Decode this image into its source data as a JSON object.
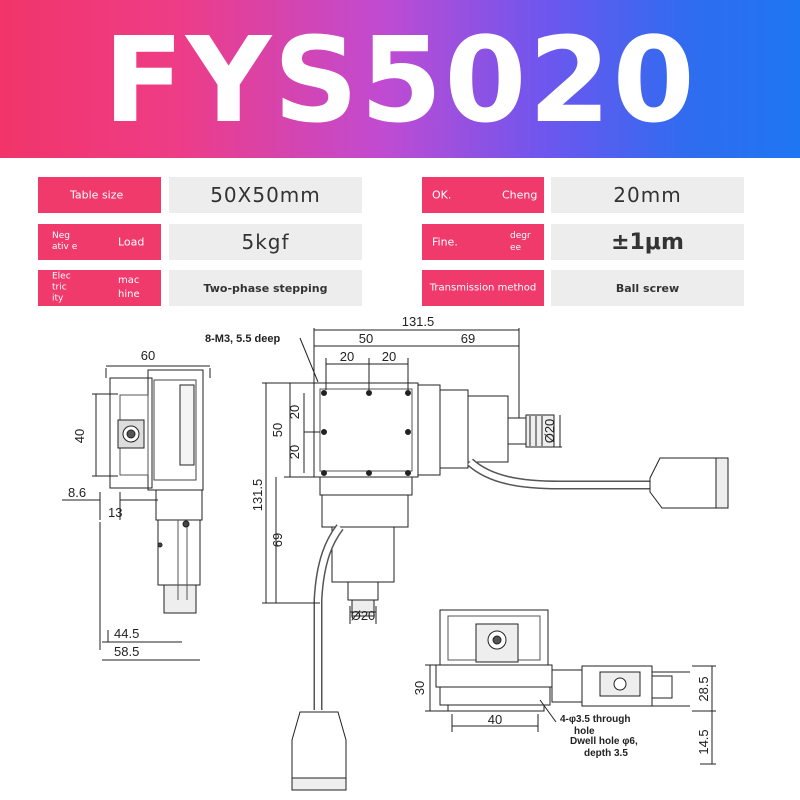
{
  "title": "FYS5020",
  "specs": {
    "table_size": {
      "label": "Table size",
      "value": "50X50mm"
    },
    "stroke": {
      "label_a": "OK.",
      "label_b": "Cheng",
      "value": "20mm"
    },
    "load": {
      "label_a": "Neg ativ e",
      "label_b": "Load",
      "value": "5kgf"
    },
    "fine": {
      "label_a": "Fine.",
      "label_b": "degr ee",
      "value": "±1μm"
    },
    "motor": {
      "label_a": "Elec tric ity",
      "label_b": "mac hine",
      "value": "Two-phase stepping"
    },
    "transmission": {
      "label": "Transmission method",
      "value": "Ball screw"
    }
  },
  "drawing": {
    "side_view": {
      "dim_60": "60",
      "dim_40": "40",
      "dim_8_6": "8.6",
      "dim_13": "13",
      "dim_44_5": "44.5",
      "dim_58_5": "58.5"
    },
    "top_view": {
      "note_holes": "8-M3, 5.5 deep",
      "dim_131_5_h": "131.5",
      "dim_50_h": "50",
      "dim_69_h": "69",
      "dim_20_a": "20",
      "dim_20_b": "20",
      "dim_50_v": "50",
      "dim_20_v1": "20",
      "dim_20_v2": "20",
      "dim_131_5_v": "131.5",
      "dim_69_v": "69",
      "dim_dia20_right": "Ø20",
      "dim_dia20_bottom": "Ø20"
    },
    "front_view": {
      "dim_30": "30",
      "dim_40": "40",
      "dim_28_5": "28.5",
      "dim_14_5": "14.5",
      "note_through_1": "4-φ3.5 through",
      "note_through_2": "hole",
      "note_dwell_1": "Dwell hole φ6,",
      "note_dwell_2": "depth 3.5"
    }
  }
}
